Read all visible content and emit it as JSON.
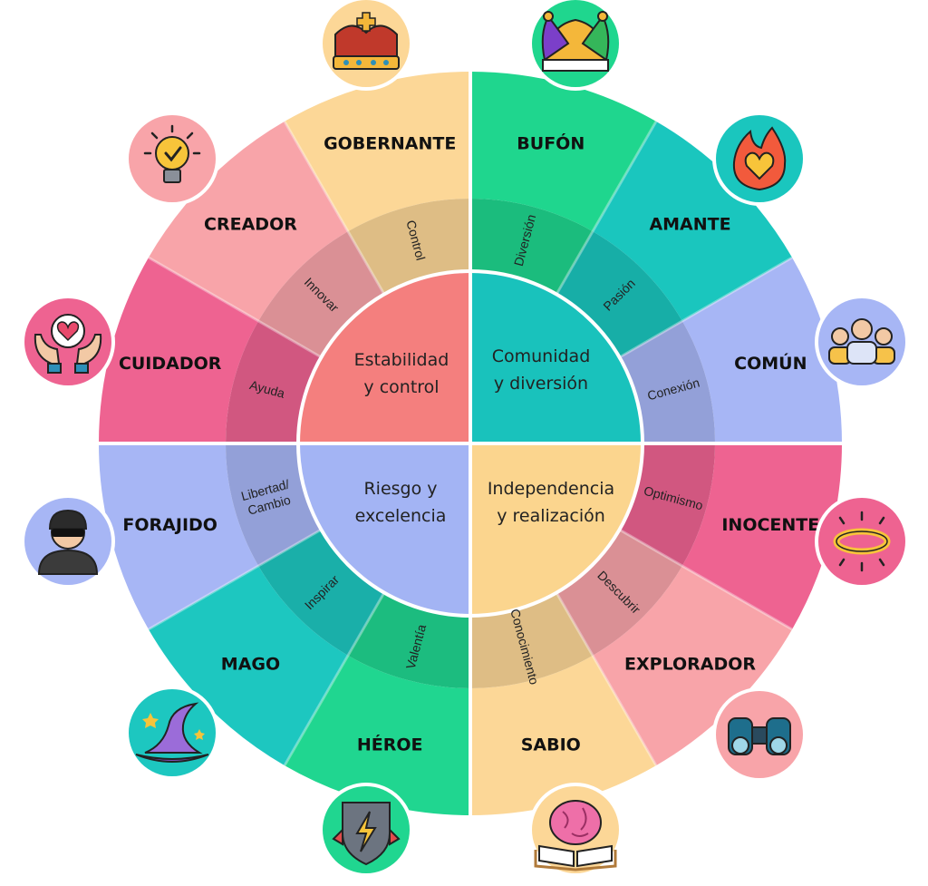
{
  "center": {
    "labels": [
      {
        "id": "estabilidad",
        "lines": [
          "Estabilidad",
          "y control"
        ],
        "color": "#F47F7E"
      },
      {
        "id": "comunidad",
        "lines": [
          "Comunidad",
          "y diversión"
        ],
        "color": "#19C2BC"
      },
      {
        "id": "independencia",
        "lines": [
          "Independencia",
          "y realización"
        ],
        "color": "#FBD58E"
      },
      {
        "id": "riesgo",
        "lines": [
          "Riesgo y",
          "excelencia"
        ],
        "color": "#A3B4F4"
      }
    ]
  },
  "archetypes": [
    {
      "name": "BUFÓN",
      "verb": "Diversión",
      "color": "#1FD68E",
      "icon": "jester-hat-icon"
    },
    {
      "name": "AMANTE",
      "verb": "Pasión",
      "color": "#1AC6BE",
      "icon": "flame-heart-icon"
    },
    {
      "name": "COMÚN",
      "verb": "Conexión",
      "color": "#A7B6F5",
      "icon": "group-people-icon"
    },
    {
      "name": "INOCENTE",
      "verb": "Optimismo",
      "color": "#EE6391",
      "icon": "halo-icon"
    },
    {
      "name": "EXPLORADOR",
      "verb": "Descubrir",
      "color": "#F8A4A9",
      "icon": "binoculars-icon"
    },
    {
      "name": "SABIO",
      "verb": "Conocimiento",
      "color": "#FCD797",
      "icon": "brain-book-icon"
    },
    {
      "name": "HÉROE",
      "verb": "Valentía",
      "color": "#20D690",
      "icon": "shield-bolt-icon"
    },
    {
      "name": "MAGO",
      "verb": "Inspirar",
      "color": "#1DC7C0",
      "icon": "wizard-hat-icon"
    },
    {
      "name": "FORAJIDO",
      "verb": "Libertad/ Cambio",
      "color": "#A7B6F5",
      "icon": "masked-bandit-icon"
    },
    {
      "name": "CUIDADOR",
      "verb": "Ayuda",
      "color": "#EE6391",
      "icon": "heart-hands-icon"
    },
    {
      "name": "CREADOR",
      "verb": "Innovar",
      "color": "#F8A4A9",
      "icon": "lightbulb-icon"
    },
    {
      "name": "GOBERNANTE",
      "verb": "Control",
      "color": "#FCD797",
      "icon": "crown-icon"
    }
  ]
}
